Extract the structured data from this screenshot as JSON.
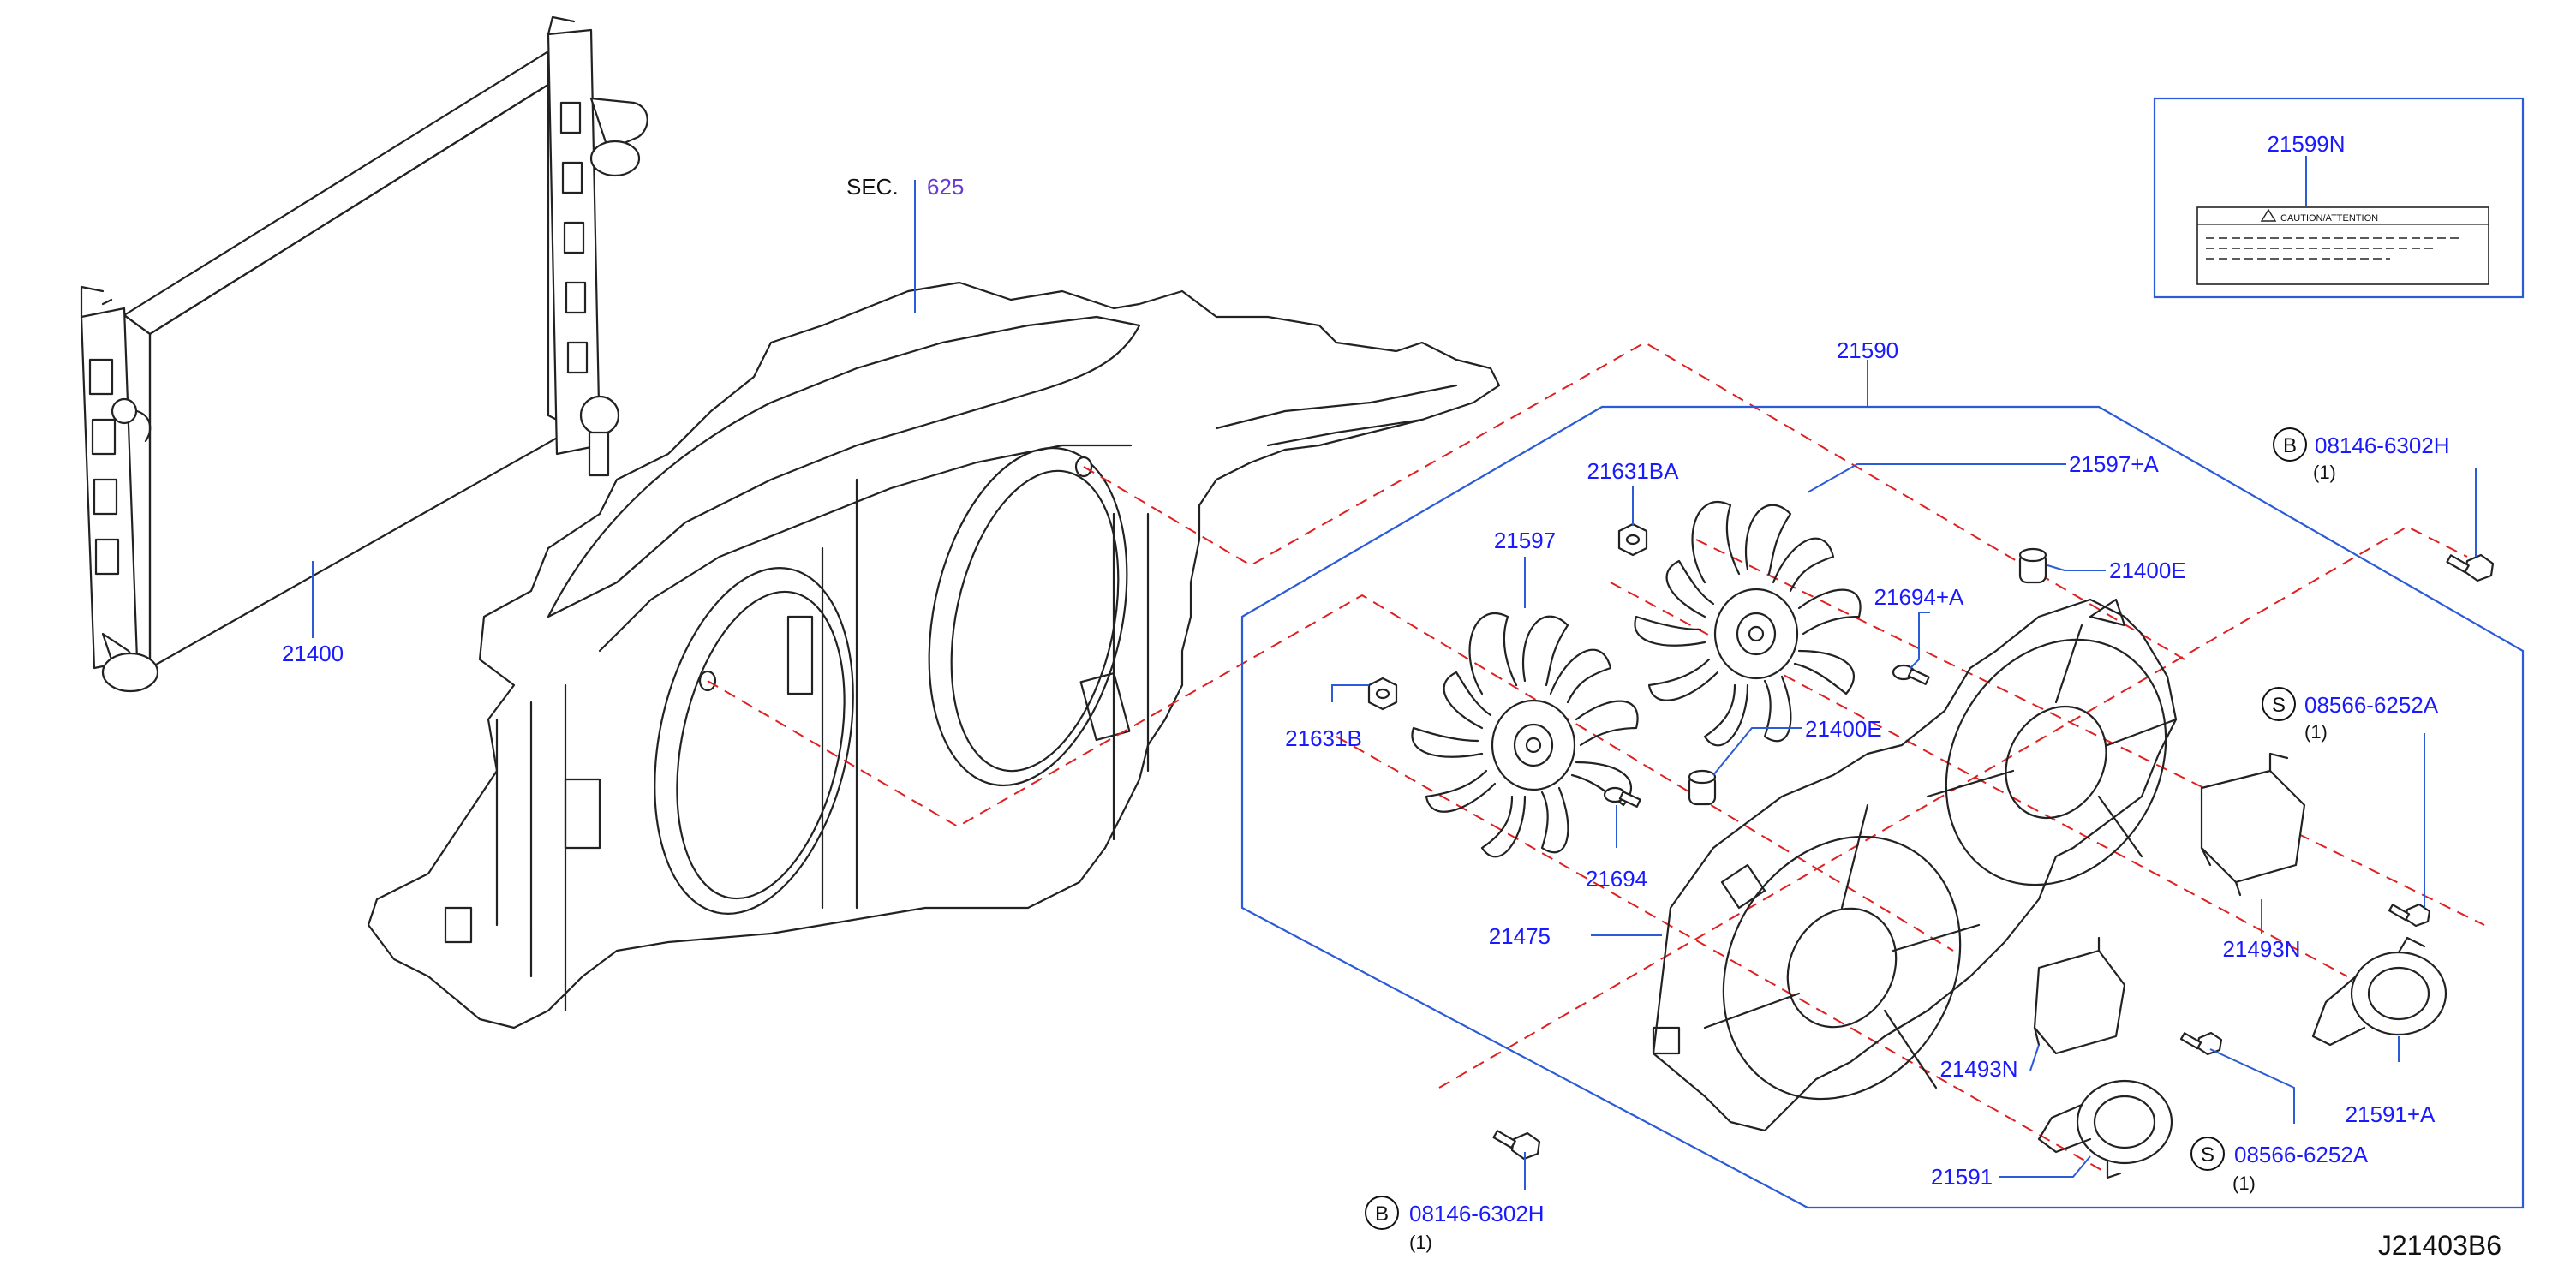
{
  "labels": {
    "radiator": "21400",
    "sec_prefix": "SEC.",
    "sec_ref": "625",
    "assembly": "21590",
    "caution_label": "21599N",
    "caution_text": "CAUTION/ATTENTION",
    "fan_a": "21597+A",
    "fan": "21597",
    "nut_ba": "21631BA",
    "nut_b": "21631B",
    "grommet_e1": "21400E",
    "grommet_e2": "21400E",
    "bolt_a": "21694+A",
    "bolt": "21694",
    "shroud": "21475",
    "resistor_1": "21493N",
    "resistor_2": "21493N",
    "motor_a": "21591+A",
    "motor": "21591",
    "bolt_b_top": "08146-6302H",
    "bolt_b_top_qty": "(1)",
    "bolt_b_bot": "08146-6302H",
    "bolt_b_bot_qty": "(1)",
    "screw_s_top": "08566-6252A",
    "screw_s_top_qty": "(1)",
    "screw_s_bot": "08566-6252A",
    "screw_s_bot_qty": "(1)",
    "marker_b": "B",
    "marker_s": "S",
    "diagram_id": "J21403B6"
  },
  "colors": {
    "callout": "#1a1aff",
    "leader": "#2b5bd7",
    "phantom_line": "#e02020",
    "linework": "#222222",
    "section_ref": "#6a3bd1"
  }
}
